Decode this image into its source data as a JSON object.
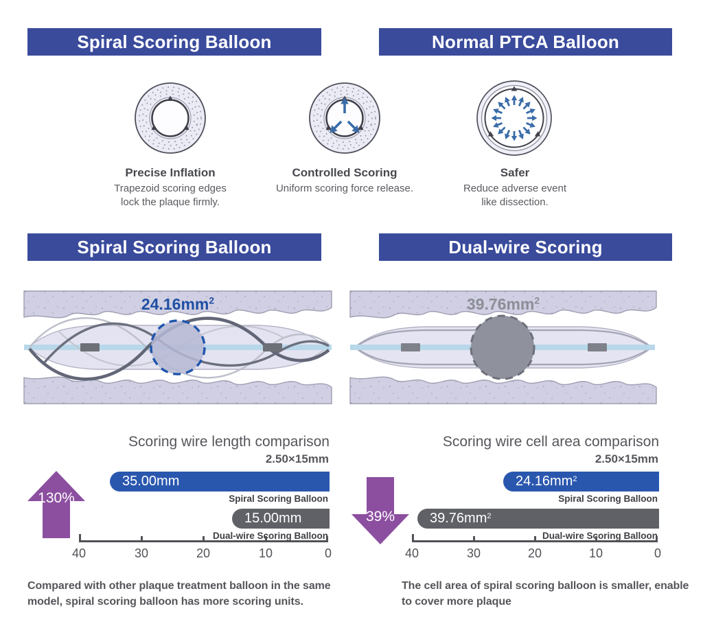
{
  "colors": {
    "banner_bg": "#3a4b9c",
    "bar_blue": "#2a57ae",
    "bar_gray": "#5f6167",
    "arrow_purple": "#8c4fa0",
    "area_label_blue": "#1f4fa3",
    "area_label_gray": "#8b8e96",
    "vessel_wall": "#d0cfe3",
    "balloon_fill": "#e2e1f0",
    "catheter_blue": "#b8d8e9"
  },
  "section_features": {
    "left_banner": "Spiral Scoring Balloon",
    "right_banner": "Normal PTCA Balloon",
    "features": [
      {
        "title": "Precise Inflation",
        "desc": [
          "Trapezoid scoring edges",
          "lock the plaque firmly."
        ]
      },
      {
        "title": "Controlled Scoring",
        "desc": [
          "Uniform scoring force release."
        ]
      },
      {
        "title": "Safer",
        "desc": [
          "Reduce adverse event",
          "like dissection."
        ]
      }
    ]
  },
  "section_vessels": {
    "left_banner": "Spiral Scoring Balloon",
    "right_banner": "Dual-wire Scoring",
    "left_area": {
      "value": "24.16mm",
      "sup": "2"
    },
    "right_area": {
      "value": "39.76mm",
      "sup": "2"
    }
  },
  "chart_left": {
    "title": "Scoring wire length comparison",
    "subtitle": "2.50×15mm",
    "arrow_label": "130%",
    "bar1": {
      "value": "35.00mm",
      "sup": "",
      "name": "Spiral Scoring Balloon"
    },
    "bar2": {
      "value": "15.00mm",
      "sup": "",
      "name": "Dual-wire Scoring Balloon"
    },
    "ticks": [
      "40",
      "30",
      "20",
      "10",
      "0"
    ],
    "footnote": "Compared with other plaque treatment balloon in the same model, spiral scoring balloon has more scoring units."
  },
  "chart_right": {
    "title": "Scoring wire cell area comparison",
    "subtitle": "2.50×15mm",
    "arrow_label": "39%",
    "bar1": {
      "value": "24.16mm",
      "sup": "2",
      "name": "Spiral Scoring Balloon"
    },
    "bar2": {
      "value": "39.76mm",
      "sup": "2",
      "name": "Dual-wire Scoring Balloon"
    },
    "ticks": [
      "40",
      "30",
      "20",
      "10",
      "0"
    ],
    "footnote": "The cell area of spiral scoring balloon is smaller, enable to cover more plaque"
  },
  "chart_data": [
    {
      "type": "bar",
      "orientation": "horizontal-reversed",
      "title": "Scoring wire length comparison",
      "subtitle": "2.50×15mm",
      "categories": [
        "Spiral Scoring Balloon",
        "Dual-wire Scoring Balloon"
      ],
      "values": [
        35.0,
        15.0
      ],
      "unit": "mm",
      "axis_ticks": [
        40,
        30,
        20,
        10,
        0
      ],
      "xlim": [
        40,
        0
      ],
      "annotation": "130% up"
    },
    {
      "type": "bar",
      "orientation": "horizontal-reversed",
      "title": "Scoring wire cell area comparison",
      "subtitle": "2.50×15mm",
      "categories": [
        "Spiral Scoring Balloon",
        "Dual-wire Scoring Balloon"
      ],
      "values": [
        24.16,
        39.76
      ],
      "unit": "mm²",
      "axis_ticks": [
        40,
        30,
        20,
        10,
        0
      ],
      "xlim": [
        40,
        0
      ],
      "annotation": "39% down"
    }
  ]
}
